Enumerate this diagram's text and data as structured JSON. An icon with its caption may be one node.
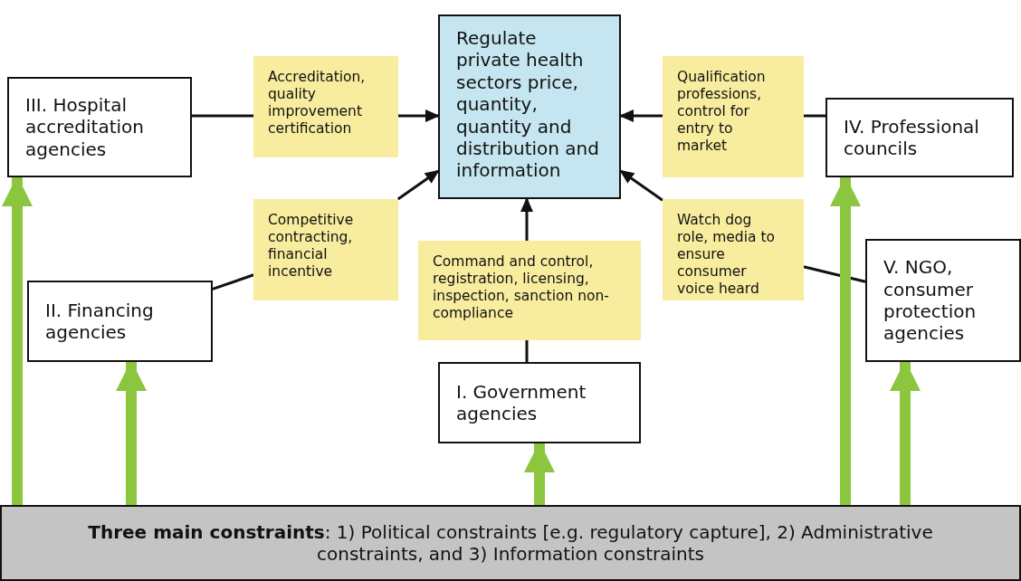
{
  "diagram": {
    "nodes": [
      {
        "text": [
          "Regulate private health sectors price, quantity, quantity and distribution and information"
        ]
      },
      {
        "text": [
          "III. Hospital accreditation agencies"
        ]
      },
      {
        "text": [
          "Accreditation, quality improvement certification"
        ]
      },
      {
        "text": [
          "Qualification professions, control for entry to market"
        ]
      },
      {
        "text": [
          "IV. Professional councils"
        ]
      },
      {
        "text": [
          "Competitive contracting, financial incentive"
        ]
      },
      {
        "text": [
          "Watch dog role, media to ensure consumer voice heard"
        ]
      },
      {
        "text": [
          "II. Financing agencies"
        ]
      },
      {
        "text": [
          "Command and control, registration, licensing, inspection, sanction non-compliance"
        ]
      },
      {
        "text": [
          "V. NGO, consumer protection agencies"
        ]
      },
      {
        "text": [
          "I. Government agencies"
        ]
      },
      {
        "text": [
          "**Three main constraints**: 1) Political constraints [e.g. regulatory capture], 2) Administrative constraints, and 3) Information constraints"
        ]
      }
    ],
    "edges": [
      {
        "from": 1,
        "to": 2,
        "arrow": "none"
      },
      {
        "from": 2,
        "to": 0,
        "arrow": "to"
      },
      {
        "from": 4,
        "to": 3,
        "arrow": "none"
      },
      {
        "from": 3,
        "to": 0,
        "arrow": "to"
      },
      {
        "from": 7,
        "to": 5,
        "arrow": "none"
      },
      {
        "from": 5,
        "to": 0,
        "arrow": "to"
      },
      {
        "from": 9,
        "to": 6,
        "arrow": "none"
      },
      {
        "from": 6,
        "to": 0,
        "arrow": "to"
      },
      {
        "from": 10,
        "to": 8,
        "arrow": "none"
      },
      {
        "from": 8,
        "to": 0,
        "arrow": "to"
      },
      {
        "from": 11,
        "to": 1,
        "arrow": "to",
        "style": "thick",
        "color": "#8cc63f"
      },
      {
        "from": 11,
        "to": 7,
        "arrow": "to",
        "style": "thick",
        "color": "#8cc63f"
      },
      {
        "from": 11,
        "to": 10,
        "arrow": "to",
        "style": "thick",
        "color": "#8cc63f"
      },
      {
        "from": 11,
        "to": 9,
        "arrow": "to",
        "style": "thick",
        "color": "#8cc63f"
      },
      {
        "from": 11,
        "to": 4,
        "arrow": "to",
        "style": "thick",
        "color": "#8cc63f"
      }
    ]
  }
}
